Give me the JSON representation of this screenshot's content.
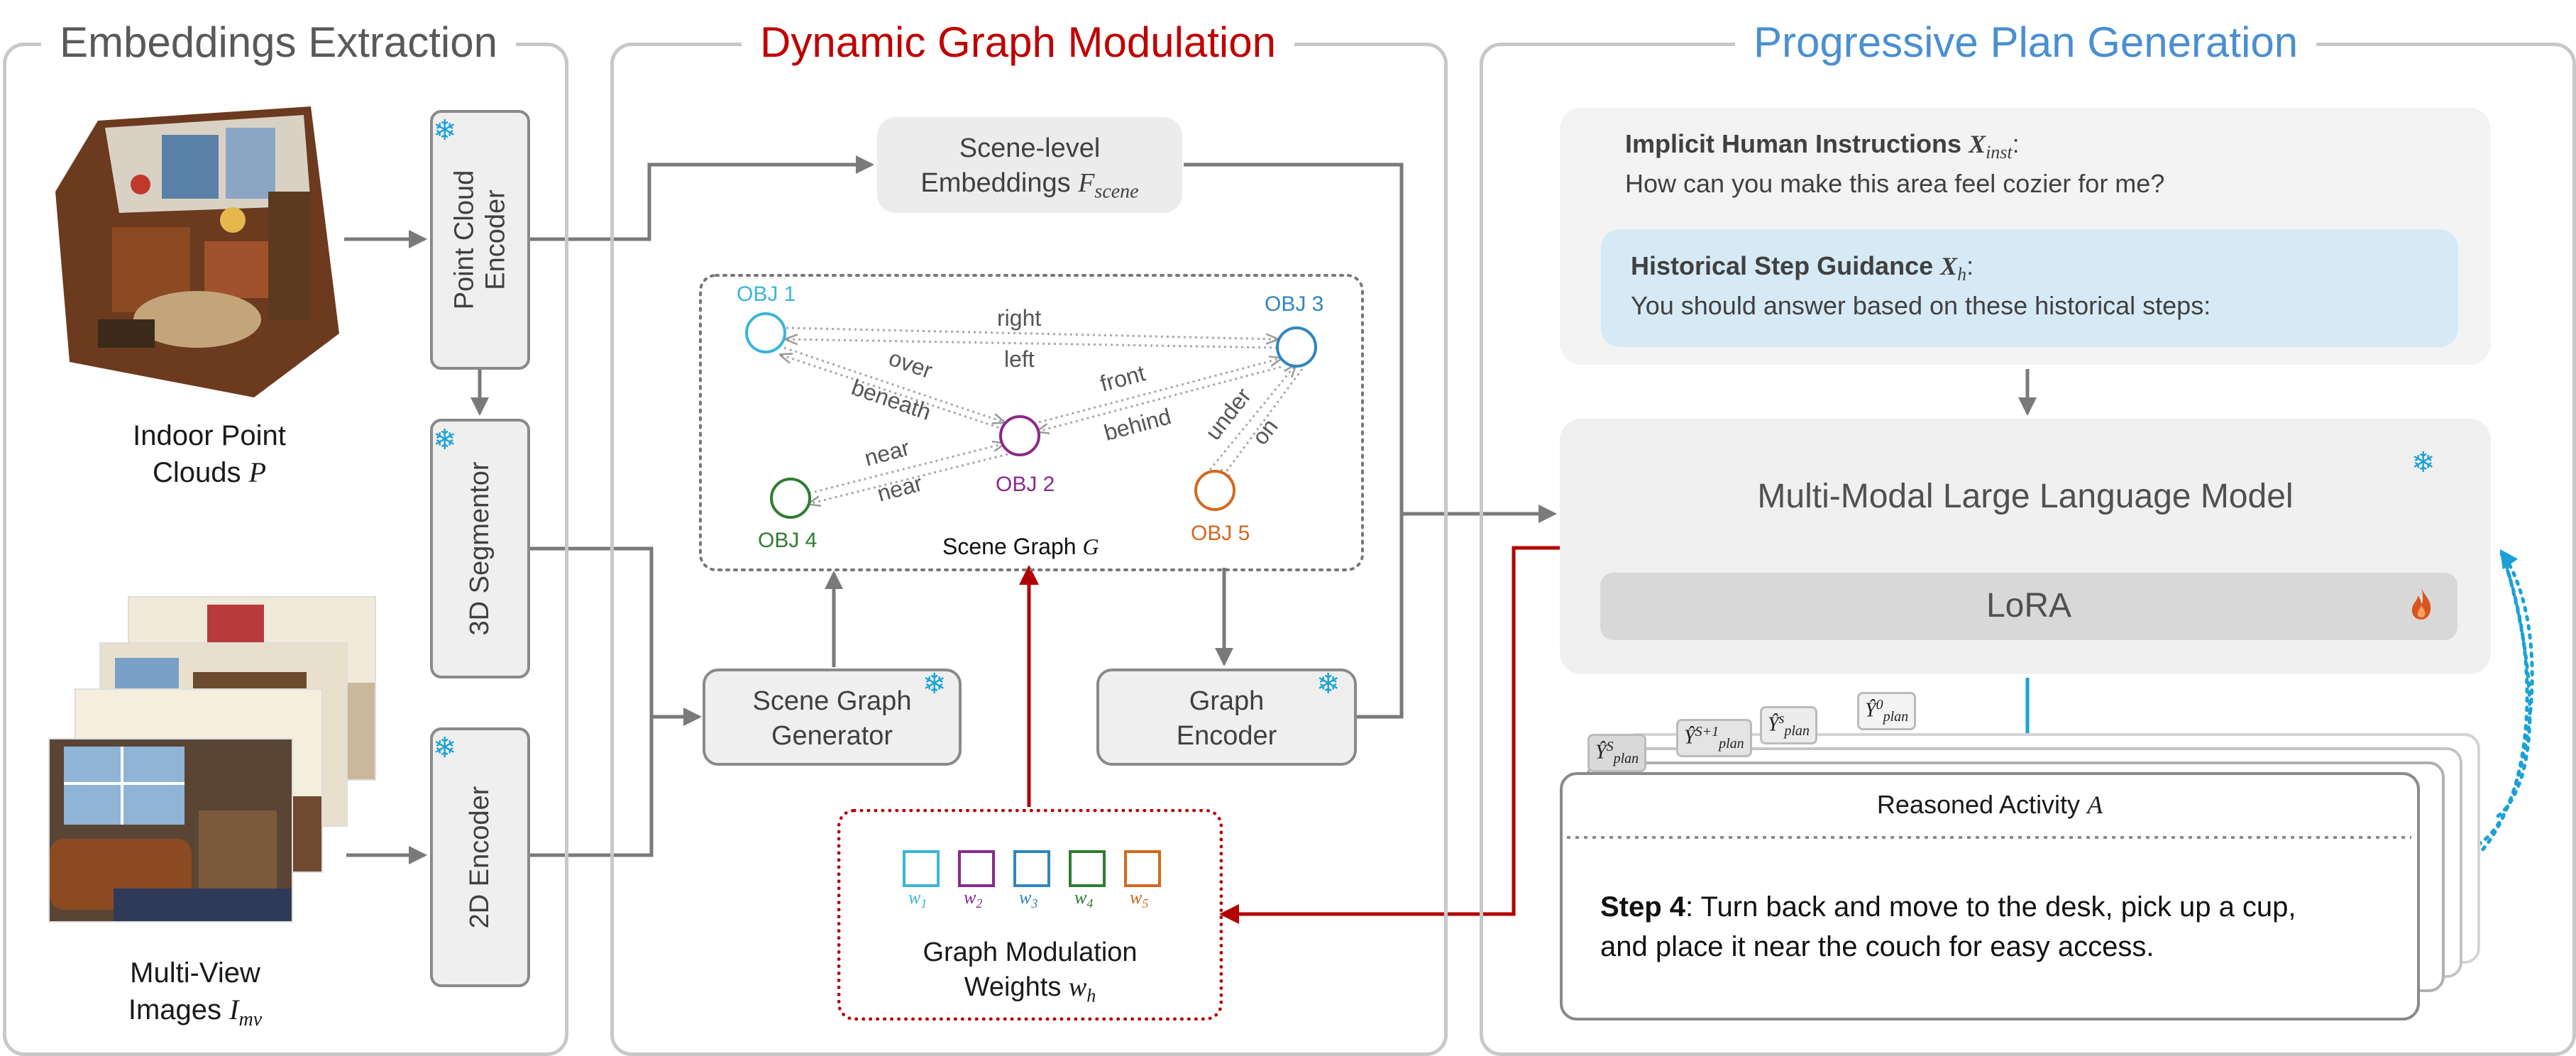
{
  "panels": {
    "extraction_title": "Embeddings Extraction",
    "modulation_title": "Dynamic Graph Modulation",
    "generation_title": "Progressive Plan Generation"
  },
  "colors": {
    "modulation_title": "#c00000",
    "generation_title": "#4a8fd0",
    "red_arrow": "#b40000",
    "blue_arrow": "#1aa1d6",
    "obj1": "#3cb4d8",
    "obj2": "#8b2a8b",
    "obj3": "#2e86c1",
    "obj4": "#2e7d32",
    "obj5": "#d2691e"
  },
  "inputs": {
    "point_cloud_label": "Indoor Point",
    "point_cloud_label2": "Clouds",
    "point_cloud_symbol": "P",
    "multiview_label": "Multi-View",
    "multiview_label2": "Images",
    "multiview_symbol": "I",
    "multiview_sub": "mv"
  },
  "encoders": {
    "point_cloud_line1": "Point Cloud",
    "point_cloud_line2": "Encoder",
    "segmentor": "3D Segmentor",
    "encoder_2d": "2D Encoder"
  },
  "modulation": {
    "scene_emb_line1": "Scene-level",
    "scene_emb_line2": "Embeddings",
    "scene_emb_symbol": "F",
    "scene_emb_sub": "scene",
    "sg_generator_line1": "Scene Graph",
    "sg_generator_line2": "Generator",
    "graph_encoder_line1": "Graph",
    "graph_encoder_line2": "Encoder",
    "scene_graph_label": "Scene Graph",
    "scene_graph_symbol": "G",
    "weights_line1": "Graph Modulation",
    "weights_line2": "Weights",
    "weights_symbol": "w",
    "weights_sub": "h",
    "weights": [
      {
        "name": "w",
        "sub": "1",
        "color": "#3cb4d8"
      },
      {
        "name": "w",
        "sub": "2",
        "color": "#8b2a8b"
      },
      {
        "name": "w",
        "sub": "3",
        "color": "#2e86c1"
      },
      {
        "name": "w",
        "sub": "4",
        "color": "#2e7d32"
      },
      {
        "name": "w",
        "sub": "5",
        "color": "#d2691e"
      }
    ],
    "objects": [
      "OBJ 1",
      "OBJ 2",
      "OBJ 3",
      "OBJ 4",
      "OBJ 5"
    ],
    "relations": [
      "right",
      "left",
      "over",
      "beneath",
      "front",
      "behind",
      "under",
      "on",
      "near",
      "near"
    ]
  },
  "generation": {
    "instr_title": "Implicit Human Instructions",
    "instr_symbol": "X",
    "instr_sub": "inst",
    "instr_text": "How can you make this area feel cozier for me?",
    "hist_title": "Historical Step Guidance",
    "hist_symbol": "X",
    "hist_sub": "h",
    "hist_text": "You should answer based on these historical steps:",
    "mllm": "Multi-Modal Large Language Model",
    "lora": "LoRA",
    "activity_label": "Reasoned Activity",
    "activity_symbol": "A",
    "step_bold": "Step 4",
    "step_text_line1": ": Turn back and move to the desk, pick up a cup,",
    "step_text_line2": "and place it near the couch for easy access.",
    "plan_tags": [
      {
        "sup": "S",
        "sub": "plan"
      },
      {
        "sup": "S+1",
        "sub": "plan"
      },
      {
        "sup": "s",
        "sub": "plan"
      },
      {
        "sup": "0",
        "sub": "plan"
      }
    ]
  },
  "icons": {
    "frozen": "snowflake-icon",
    "trainable": "fire-icon"
  }
}
